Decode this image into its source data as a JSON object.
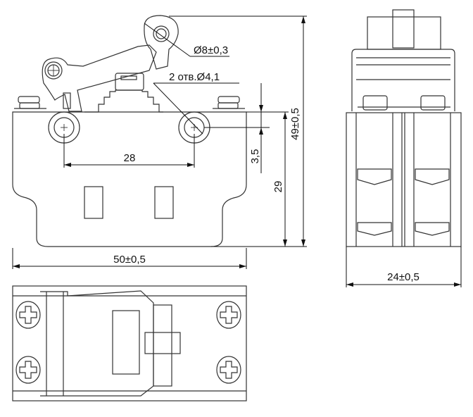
{
  "dimensions": {
    "roller_diameter": "Ø8±0,3",
    "mount_holes": "2 отв.Ø4,1",
    "hole_spacing": "28",
    "width_front": "50±0,5",
    "hole_offset": "3,5",
    "body_height": "29",
    "total_height": "49±0,5",
    "depth_side": "24±0,5"
  }
}
